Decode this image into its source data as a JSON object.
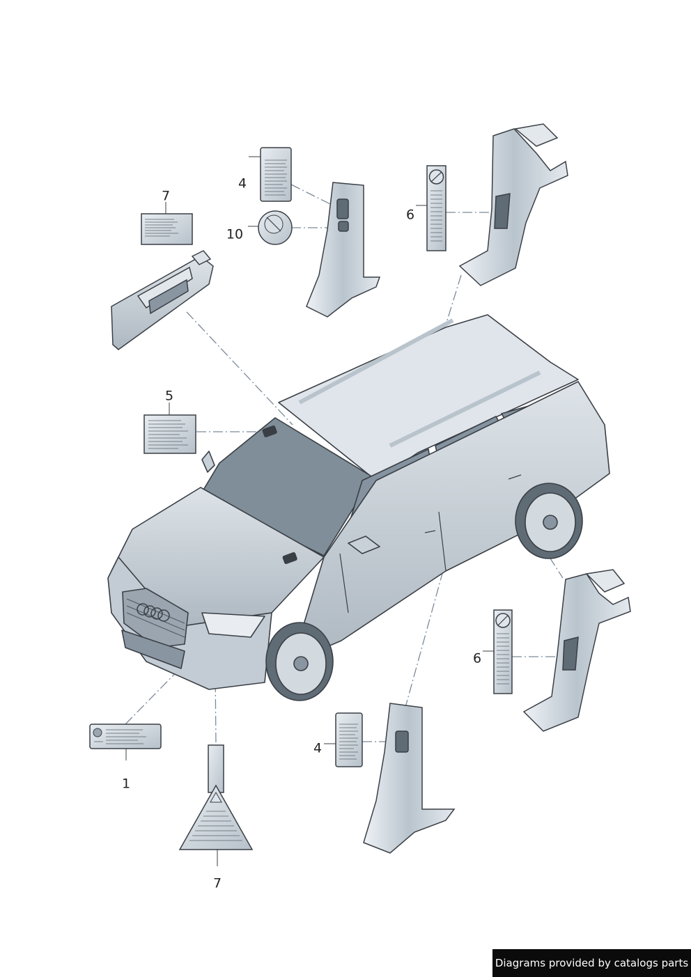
{
  "callouts": {
    "c7_top": "7",
    "c4_top": "4",
    "c10": "10",
    "c6_top": "6",
    "c5": "5",
    "c6_right": "6",
    "c4_bottom": "4",
    "c1": "1",
    "c7_bottom": "7"
  },
  "credit": "Diagrams provided by catalogs parts",
  "colors": {
    "line": "#3a3f45",
    "leader": "#7b8a99",
    "panel_fill": "#c9d1d8",
    "panel_dark": "#9aa5b0",
    "glass": "#7f8e98",
    "credit_bg": "#0b0b0b"
  }
}
